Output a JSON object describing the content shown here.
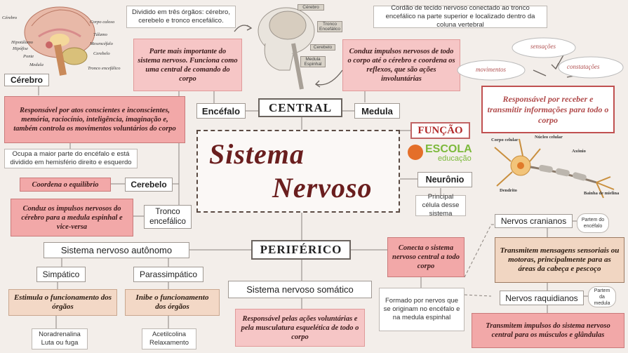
{
  "central_title_line1": "Sistema",
  "central_title_line2": "Nervoso",
  "central": "CENTRAL",
  "periferico": "PERIFÉRICO",
  "funcao": "FUNÇÃO",
  "logo": {
    "text": "ESCOLA",
    "sub": "educação"
  },
  "encefalo": "Encéfalo",
  "medula": "Medula",
  "cerebro": "Cérebro",
  "cerebelo": "Cerebelo",
  "tronco": "Tronco encefálico",
  "neuronio": "Neurônio",
  "divided_note": "Dividido em três órgãos: cérebro, cerebelo e tronco encefálico.",
  "medula_note": "Cordão de tecido nervoso conectado ao tronco encefálico na parte superior e localizado dentro da coluna vertebral",
  "encefalo_pink": "Parte mais importante do sistema nervoso. Funciona como uma central de comando do corpo",
  "medula_pink": "Conduz impulsos nervosos de todo o corpo até o cérebro e coordena os reflexos, que são ações involuntárias",
  "cerebro_pink": "Responsável por atos conscientes e inconscientes, memória, raciocínio, inteligência, imaginação e, também controla os movimentos voluntários do corpo",
  "cerebro_note": "Ocupa a maior parte do encéfalo e está dividido em hemisfério direito e esquerdo",
  "cerebelo_pink": "Coordena o equilíbrio",
  "tronco_pink": "Conduz os impulsos nervosos do cérebro para a medula espinhal e vice-versa",
  "funcao_pink": "Responsável por receber e transmitir informações para todo o corpo",
  "clouds": [
    "sensações",
    "movimentos",
    "constatações"
  ],
  "neuronio_note": "Principal célula desse sistema",
  "autonomo": "Sistema nervoso autônomo",
  "simpatico": "Simpático",
  "parassimpatico": "Parassimpático",
  "simp_pink": "Estimula o funcionamento dos órgãos",
  "paras_pink": "Inibe o funcionamento dos órgãos",
  "simp_note_1": "Noradrenalina",
  "simp_note_2": "Luta ou fuga",
  "paras_note_1": "Acetilcolina",
  "paras_note_2": "Relaxamento",
  "somatico": "Sistema nervoso somático",
  "somatico_pink": "Responsável pelas ações voluntárias e pela musculatura esquelética de todo o corpo",
  "perif_pink": "Conecta o sistema nervoso central a todo corpo",
  "perif_note": "Formado por nervos que se originam no encéfalo e na medula espinhal",
  "cranianos": "Nervos cranianos",
  "cranianos_side": "Partem do encéfalo",
  "cranianos_tan": "Transmitem mensagens sensoriais ou motoras, principalmente para as áreas da cabeça e pescoço",
  "raquidianos": "Nervos raquidianos",
  "raquidianos_side": "Partem da medula",
  "raquidianos_pink": "Transmitem impulsos do sistema nervoso central para os músculos e glândulas",
  "brain_labels": [
    "Cérebro",
    "Corpo caloso",
    "Tálamo",
    "Hipotálamo",
    "Hipófise",
    "Mesencéfalo",
    "Cerebelo",
    "Ponte",
    "Medula",
    "Tronco encefálico"
  ],
  "skull_labels": [
    "Cérebro",
    "Tronco Encefálico",
    "Cerebelo",
    "Medula Espinhal"
  ],
  "neuron_labels": [
    "Núcleo celular",
    "Corpo celular",
    "Axônio",
    "Dendrito",
    "Bainha de mielina"
  ]
}
